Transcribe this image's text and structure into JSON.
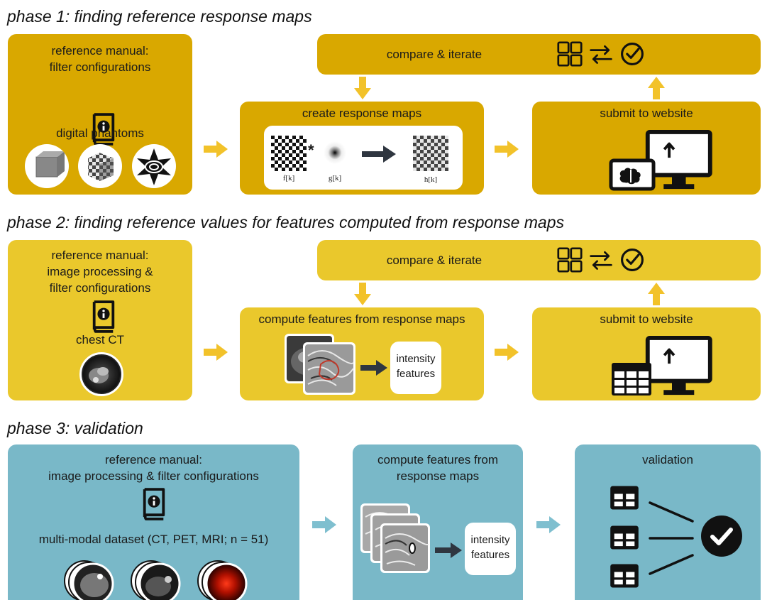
{
  "phase1": {
    "title": "phase 1: finding reference response maps",
    "manual_title": "reference manual:\nfilter configurations",
    "phantoms_label": "digital phantoms",
    "compare_label": "compare & iterate",
    "create_label": "create response maps",
    "eq_f": "f[k]",
    "eq_g": "g[k]",
    "eq_h": "h[k]",
    "eq_star": "*",
    "submit_label": "submit to website"
  },
  "phase2": {
    "title": "phase 2: finding reference values for features computed from response maps",
    "manual_title": "reference manual:\nimage processing &\nfilter configurations",
    "ct_label": "chest CT",
    "compare_label": "compare & iterate",
    "compute_label": "compute features from response maps",
    "features_label": "intensity\nfeatures",
    "submit_label": "submit to website"
  },
  "phase3": {
    "title": "phase 3: validation",
    "manual_title": "reference manual:\nimage processing & filter configurations",
    "dataset_label": "multi-modal dataset (CT, PET, MRI;  n = 51)",
    "compute_label": "compute features from\nresponse maps",
    "features_label": "intensity\nfeatures",
    "validation_label": "validation"
  },
  "colors": {
    "phase1": "#d9a800",
    "phase2": "#eac82c",
    "phase3": "#79b8c8",
    "arrow_yellow": "#f2c22a",
    "arrow_blue": "#7fbfcf",
    "icon_dark": "#111111"
  },
  "icons": [
    "book-info-icon",
    "grid-icon",
    "swap-arrows-icon",
    "check-circle-icon",
    "monitor-upload-icon",
    "brain-tablet-icon",
    "table-icon",
    "arrow-right-icon"
  ]
}
